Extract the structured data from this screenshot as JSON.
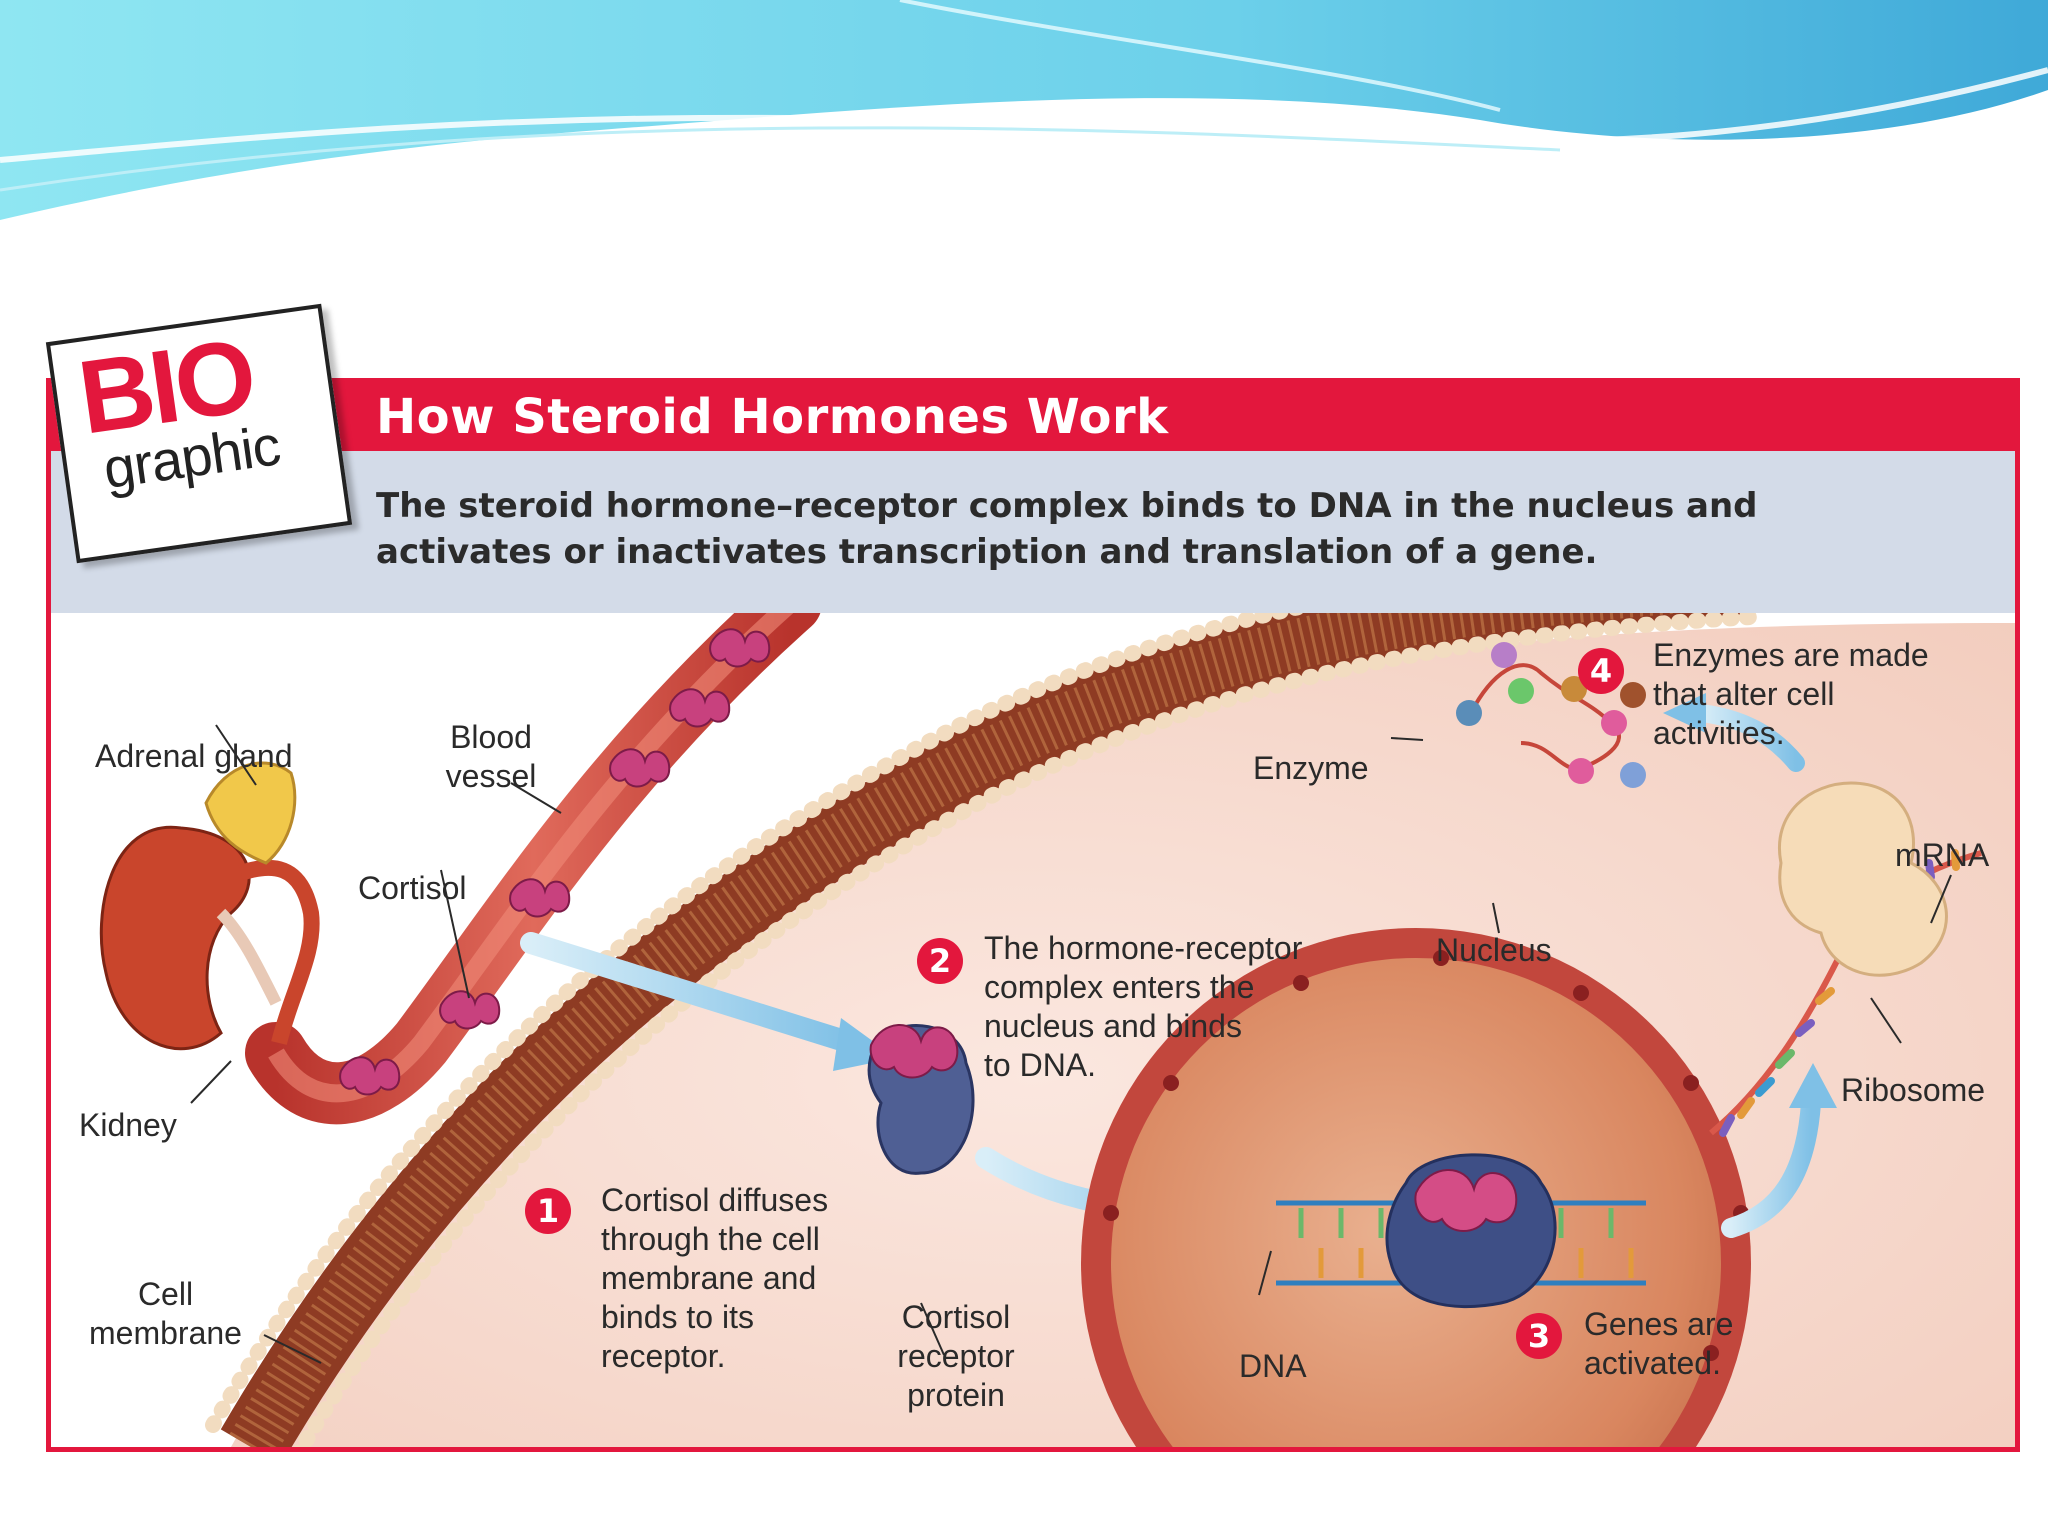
{
  "figure": {
    "title": "How Steroid Hormones Work",
    "subtitle": "The steroid hormone–receptor complex binds to DNA in the nucleus and activates or inactivates transcription and translation of a gene."
  },
  "logo": {
    "line1": "BIO",
    "line2": "graphic"
  },
  "labels": {
    "adrenal_gland": "Adrenal gland",
    "blood_vessel": [
      "Blood",
      "vessel"
    ],
    "cortisol": "Cortisol",
    "kidney": "Kidney",
    "cell_membrane": [
      "Cell",
      "membrane"
    ],
    "cortisol_receptor_protein": [
      "Cortisol",
      "receptor",
      "protein"
    ],
    "nucleus": "Nucleus",
    "dna": "DNA",
    "enzyme": "Enzyme",
    "mrna": "mRNA",
    "ribosome": "Ribosome"
  },
  "steps": [
    {
      "number": "1",
      "lines": [
        "Cortisol diffuses",
        "through the cell",
        "membrane and",
        "binds to its",
        "receptor."
      ]
    },
    {
      "number": "2",
      "lines": [
        "The hormone-receptor",
        "complex enters the",
        "nucleus and binds",
        "to DNA."
      ]
    },
    {
      "number": "3",
      "lines": [
        "Genes are",
        "activated."
      ]
    },
    {
      "number": "4",
      "lines": [
        "Enzymes are made",
        "that alter cell",
        "activities."
      ]
    }
  ],
  "colors": {
    "accent_red": "#e3173d",
    "subtitle_band": "#d3dbe8",
    "sky_wave": "#7fd3ea"
  }
}
